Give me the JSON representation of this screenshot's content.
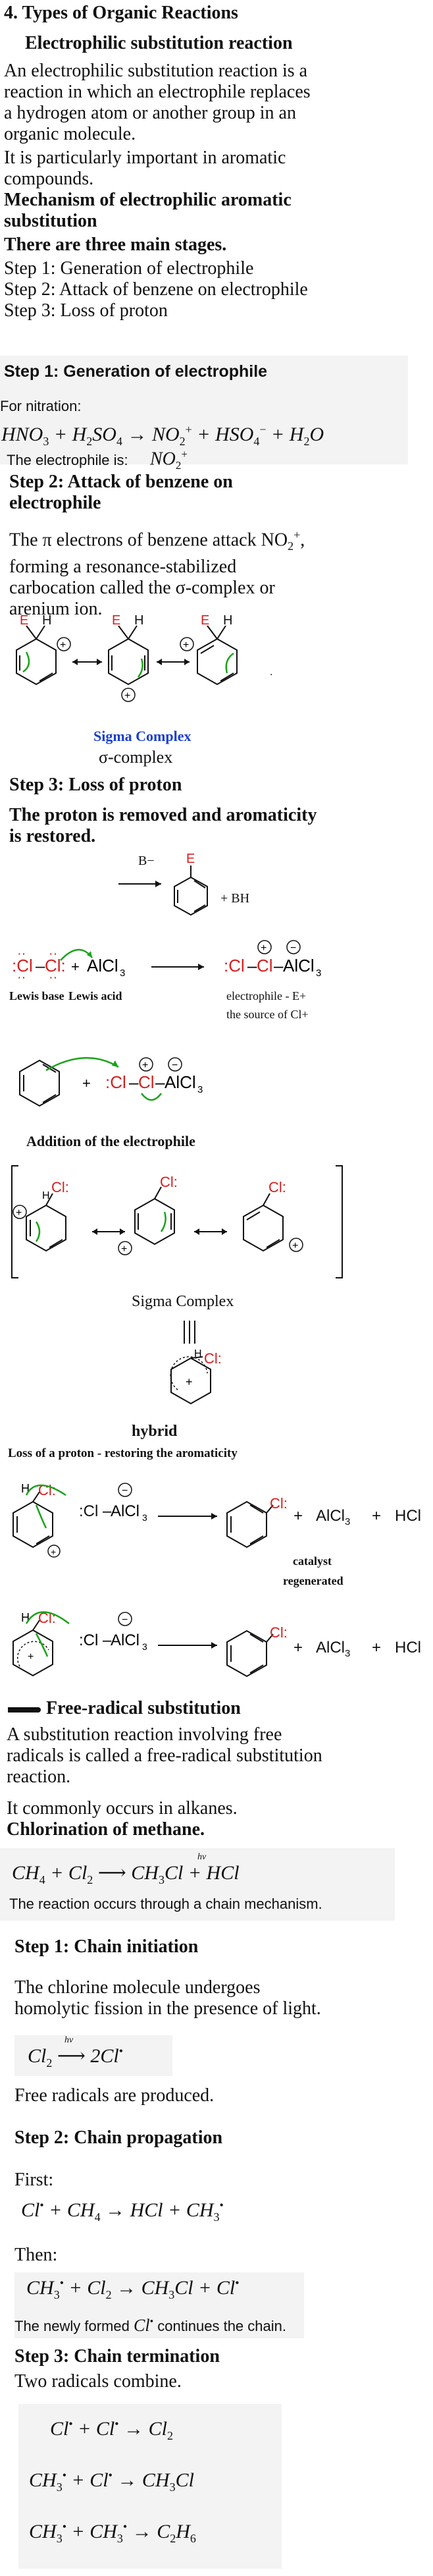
{
  "sections": {
    "title": "4. Types of Organic Reactions",
    "subtitle": "Electrophilic substitution reaction",
    "intro_lines": [
      "An electrophilic substitution reaction is a",
      "reaction in which an electrophile replaces",
      "a hydrogen atom or another group in an",
      "organic molecule."
    ],
    "aromatic_lines": [
      "It is particularly important in aromatic",
      "compounds."
    ],
    "mechanism_heading_lines": [
      "Mechanism of electrophilic aromatic",
      "substitution"
    ],
    "stages_heading": "There are three main stages.",
    "steps": [
      "Step 1: Generation of electrophile",
      "Step 2: Attack of benzene on electrophile",
      "Step 3: Loss of proton"
    ],
    "step1_heading": "Step 1: Generation of electrophile",
    "for_nitration": "For nitration:",
    "nitration_equation": "HNO3 + H2SO4 → NO2+ + HSO4− + H2O",
    "electrophile_is": "The electrophile is:",
    "electrophile_formula": "NO2+",
    "step2_heading_lines": [
      "Step 2: Attack of benzene on",
      "electrophile"
    ],
    "step2_text_lines": [
      "The π electrons of benzene attack NO2+,",
      "forming a resonance-stabilized",
      "carbocation called the σ-complex or",
      "arenium ion."
    ],
    "sigma_complex_label": "Sigma Complex",
    "sigma_complex_greek": "σ-complex",
    "step3_heading": "Step 3: Loss of proton",
    "step3_text_lines": [
      "The proton is removed and aromaticity",
      "is restored."
    ],
    "base_label": "B−",
    "bh_label": "+ BH",
    "lewis_base": "Lewis base",
    "lewis_acid": "Lewis acid",
    "electrophile_note_1": "electrophile - E+",
    "electrophile_note_2": "the source of Cl+",
    "addition_label": "Addition of the electrophile",
    "sigma_complex_2": "Sigma Complex",
    "hybrid_label": "hybrid",
    "loss_label": "Loss of a proton - restoring the aromaticity",
    "catalyst_1": "catalyst",
    "catalyst_2": "regenerated",
    "alcl3": "AlCl3",
    "hcl": "HCl",
    "plus": "+",
    "free_radical_heading": "Free-radical substitution",
    "fr_intro_lines": [
      "A substitution reaction involving free",
      "radicals is called a free-radical substitution",
      "reaction."
    ],
    "alkanes_line": "It commonly occurs in alkanes.",
    "chlorination_heading": "Chlorination of methane.",
    "chlorination_equation": "CH4 + Cl2 → CH3Cl + HCl",
    "hv": "hν",
    "chain_mechanism": "The reaction occurs through a chain mechanism.",
    "initiation_heading": "Step 1: Chain initiation",
    "initiation_lines": [
      "The chlorine molecule undergoes",
      "homolytic fission in the presence of light."
    ],
    "initiation_equation": "Cl2 → 2Cl•",
    "radicals_produced": "Free radicals are produced.",
    "propagation_heading": "Step 2: Chain propagation",
    "first": "First:",
    "prop_eq1": "Cl• + CH4 → HCl + CH3•",
    "then": "Then:",
    "prop_eq2": "CH3• + Cl2 → CH3Cl + Cl•",
    "continues_pre": "The newly formed",
    "continues_formula": "Cl•",
    "continues_post": "continues the chain.",
    "termination_heading": "Step 3: Chain termination",
    "two_radicals": "Two radicals combine.",
    "term_eq1": "Cl• + Cl• → Cl2",
    "term_eq2": "CH3• + Cl• → CH3Cl",
    "term_eq3": "CH3• + CH3• → C2H6"
  },
  "colors": {
    "text": "#111111",
    "red": "#d42020",
    "blue": "#1a3fcf",
    "green": "#1aa31a",
    "shade": "#f3f3f3"
  }
}
